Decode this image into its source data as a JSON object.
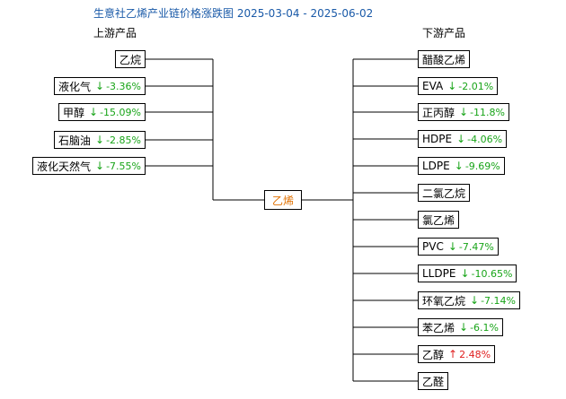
{
  "title": "生意社乙烯产业链价格涨跌图 2025-03-04 - 2025-06-02",
  "upstream_label": "上游产品",
  "downstream_label": "下游产品",
  "center": {
    "name": "乙烯"
  },
  "upstream": [
    {
      "name": "乙烷",
      "dir": "",
      "pct": ""
    },
    {
      "name": "液化气",
      "dir": "down",
      "arrow": "↓",
      "pct": "-3.36%"
    },
    {
      "name": "甲醇",
      "dir": "down",
      "arrow": "↓",
      "pct": "-15.09%"
    },
    {
      "name": "石脑油",
      "dir": "down",
      "arrow": "↓",
      "pct": "-2.85%"
    },
    {
      "name": "液化天然气",
      "dir": "down",
      "arrow": "↓",
      "pct": "-7.55%"
    }
  ],
  "downstream": [
    {
      "name": "醋酸乙烯",
      "dir": "",
      "pct": ""
    },
    {
      "name": "EVA",
      "dir": "down",
      "arrow": "↓",
      "pct": "-2.01%"
    },
    {
      "name": "正丙醇",
      "dir": "down",
      "arrow": "↓",
      "pct": "-11.8%"
    },
    {
      "name": "HDPE",
      "dir": "down",
      "arrow": "↓",
      "pct": "-4.06%"
    },
    {
      "name": "LDPE",
      "dir": "down",
      "arrow": "↓",
      "pct": "-9.69%"
    },
    {
      "name": "二氯乙烷",
      "dir": "",
      "pct": ""
    },
    {
      "name": "氯乙烯",
      "dir": "",
      "pct": ""
    },
    {
      "name": "PVC",
      "dir": "down",
      "arrow": "↓",
      "pct": "-7.47%"
    },
    {
      "name": "LLDPE",
      "dir": "down",
      "arrow": "↓",
      "pct": "-10.65%"
    },
    {
      "name": "环氧乙烷",
      "dir": "down",
      "arrow": "↓",
      "pct": "-7.14%"
    },
    {
      "name": "苯乙烯",
      "dir": "down",
      "arrow": "↓",
      "pct": "-6.1%"
    },
    {
      "name": "乙醇",
      "dir": "up",
      "arrow": "↑",
      "pct": "2.48%"
    },
    {
      "name": "乙醛",
      "dir": "",
      "pct": ""
    }
  ]
}
